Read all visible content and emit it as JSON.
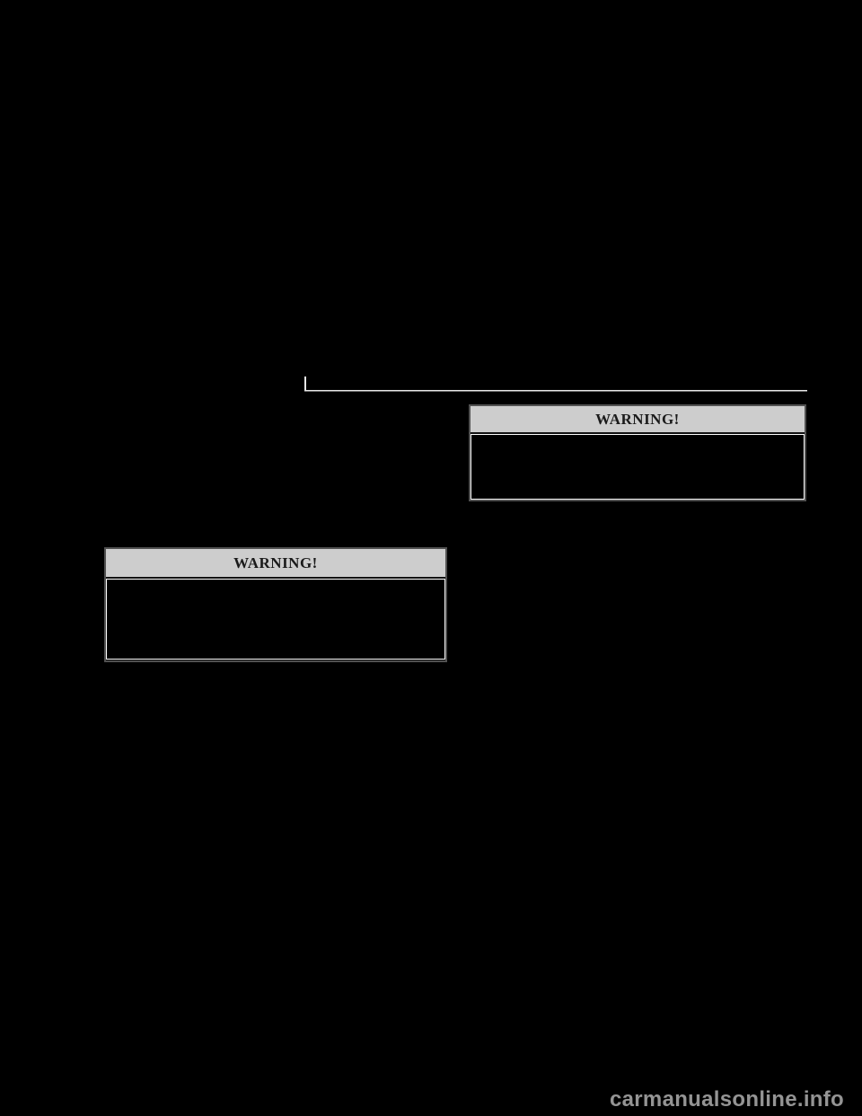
{
  "warning_right": {
    "title": "WARNING!"
  },
  "warning_left": {
    "title": "WARNING!"
  },
  "watermark": {
    "text": "carmanualsonline.info"
  },
  "colors": {
    "page_bg": "#000000",
    "header_bg": "#cdcdcd",
    "header_rule": "#111111",
    "border_dark": "#515151",
    "border_light": "#fdfdfd",
    "title_color": "#1a1a1a",
    "rule_light": "#e6e6e6",
    "rule_dark": "#7a7a7a",
    "watermark_color": "#949494"
  }
}
